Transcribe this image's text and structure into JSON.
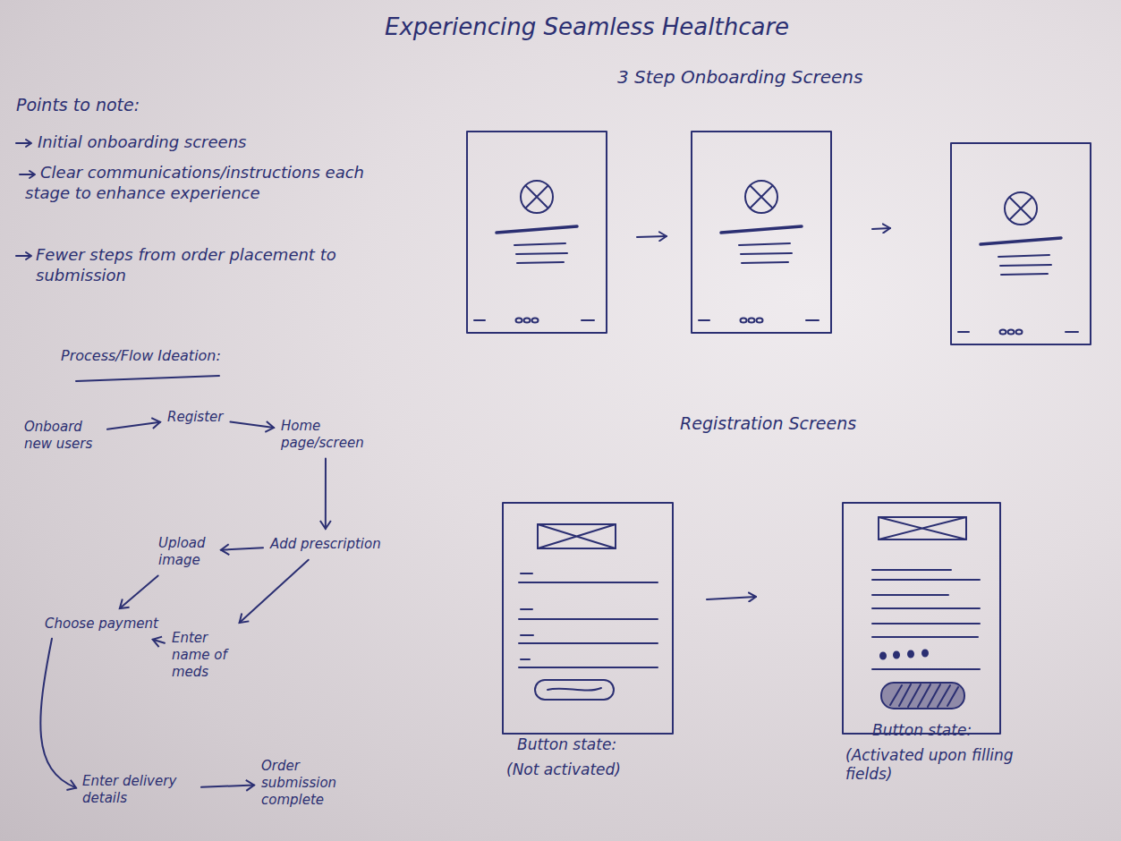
{
  "diagram": {
    "title": "Experiencing Seamless Healthcare",
    "nodes": [
      {
        "text": [
          "Onboard new users"
        ]
      },
      {
        "text": [
          "Register"
        ]
      },
      {
        "text": [
          "Home page/screen"
        ]
      },
      {
        "text": [
          "Add prescription"
        ]
      },
      {
        "text": [
          "Upload image"
        ]
      },
      {
        "text": [
          "Enter name of meds"
        ]
      },
      {
        "text": [
          "Choose payment"
        ]
      },
      {
        "text": [
          "Enter delivery details"
        ]
      },
      {
        "text": [
          "Order submission complete"
        ]
      }
    ],
    "edges": [
      {
        "from": 0,
        "to": 1,
        "arrow": "to"
      },
      {
        "from": 1,
        "to": 2,
        "arrow": "to"
      },
      {
        "from": 2,
        "to": 3,
        "arrow": "to"
      },
      {
        "from": 3,
        "to": 4,
        "arrow": "to"
      },
      {
        "from": 3,
        "to": 5,
        "arrow": "to"
      },
      {
        "from": 4,
        "to": 6,
        "arrow": "to"
      },
      {
        "from": 5,
        "to": 6,
        "arrow": "to"
      },
      {
        "from": 6,
        "to": 7,
        "arrow": "to"
      },
      {
        "from": 7,
        "to": 8,
        "arrow": "to"
      }
    ],
    "labels": [
      "Points to note:",
      "Initial onboarding screens",
      "Clear communications/instructions each stage to enhance experience",
      "Fewer steps from order placement to submission",
      "Process/Flow Ideation:",
      "3 Step Onboarding Screens",
      "Registration Screens",
      "Button state:",
      "(Not activated)",
      "Button state:",
      "(Activated upon filling fields)"
    ]
  }
}
